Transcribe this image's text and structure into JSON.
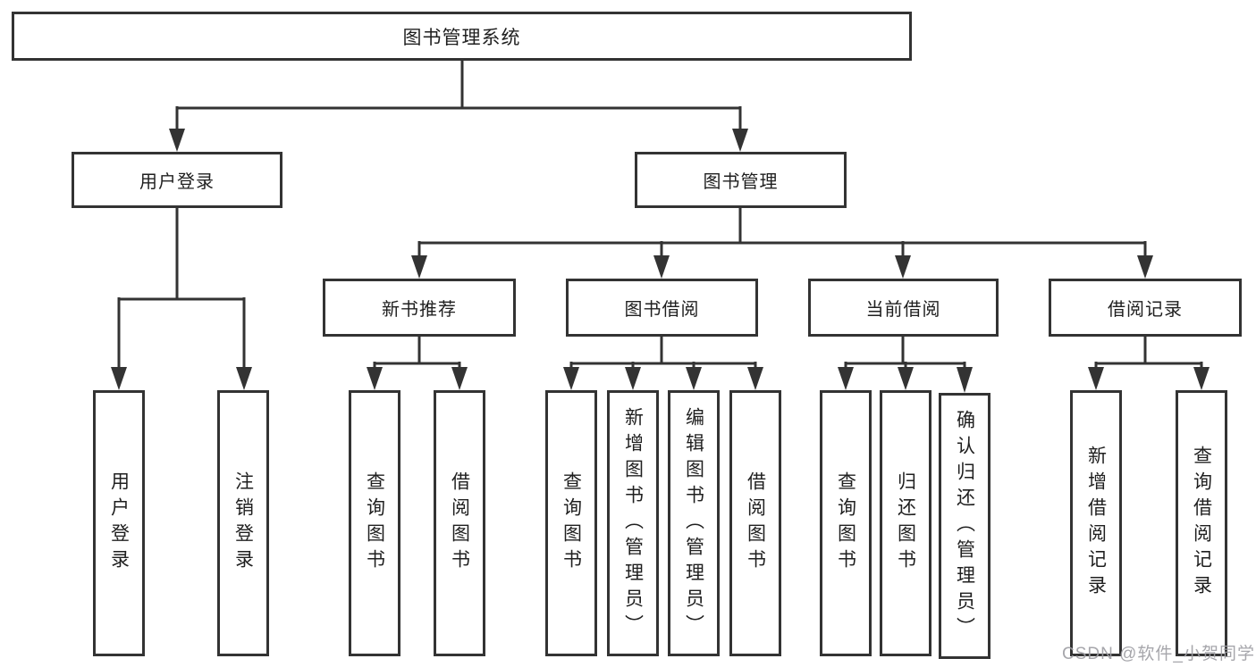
{
  "root": {
    "label": "图书管理系统"
  },
  "level2": [
    {
      "label": "用户登录"
    },
    {
      "label": "图书管理"
    }
  ],
  "level3": [
    {
      "label": "新书推荐"
    },
    {
      "label": "图书借阅"
    },
    {
      "label": "当前借阅"
    },
    {
      "label": "借阅记录"
    }
  ],
  "leaves": [
    {
      "label": "用户登录"
    },
    {
      "label": "注销登录"
    },
    {
      "label": "查询图书"
    },
    {
      "label": "借阅图书"
    },
    {
      "label": "查询图书"
    },
    {
      "label": "新增图书（管理员）"
    },
    {
      "label": "编辑图书（管理员）"
    },
    {
      "label": "借阅图书"
    },
    {
      "label": "查询图书"
    },
    {
      "label": "归还图书"
    },
    {
      "label": "确认归还（管理员）"
    },
    {
      "label": "新增借阅记录"
    },
    {
      "label": "查询借阅记录"
    }
  ],
  "watermark": {
    "text": "CSDN @软件_小贺同学"
  },
  "colors": {
    "line": "#333333",
    "text": "#1f1f1f",
    "background": "#ffffff",
    "watermark": "#9e9ea4"
  }
}
